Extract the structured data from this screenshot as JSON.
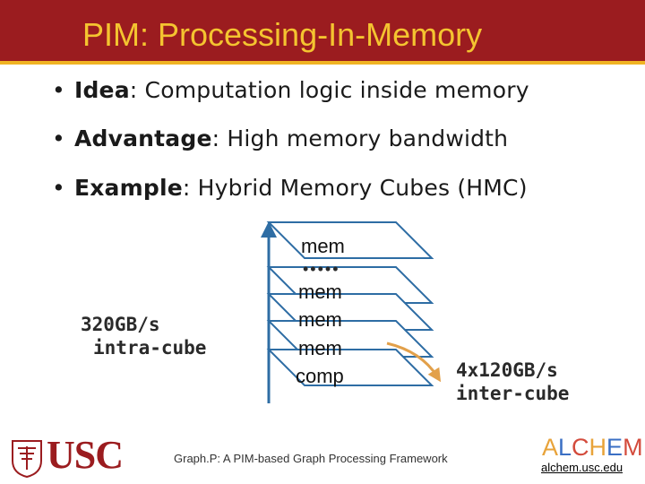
{
  "slide": {
    "title": "PIM: Processing-In-Memory",
    "bullets": [
      {
        "term": "Idea",
        "text": ": Computation logic inside memory"
      },
      {
        "term": "Advantage",
        "text": ": High memory bandwidth"
      },
      {
        "term": "Example",
        "text": ": Hybrid Memory Cubes (HMC)"
      }
    ],
    "bullet_glyph": "•"
  },
  "diagram": {
    "layers": [
      "mem",
      "mem",
      "mem",
      "mem",
      "comp"
    ],
    "ellipsis": "•••••",
    "intra_cube_bw": "320GB/s",
    "intra_cube_label": "intra-cube",
    "inter_cube_bw": "4x120GB/s",
    "inter_cube_label": "inter-cube",
    "colors": {
      "layer_stroke": "#2e6da4",
      "arrow": "#e2a04a"
    }
  },
  "footer": {
    "text": "Graph.P: A PIM-based Graph Processing Framework",
    "usc_logo": "USC",
    "alchem": [
      "A",
      "L",
      "C",
      "H",
      "E",
      "M"
    ],
    "alchem_colors": [
      "#e8a33a",
      "#3a6fc4",
      "#d34b3c",
      "#e8a33a",
      "#3a6fc4",
      "#d34b3c"
    ],
    "alchem_url": "alchem.usc.edu"
  },
  "colors": {
    "title_bar": "#9b1c1f",
    "title_text": "#f4c430",
    "usc_red": "#9b1c1f"
  }
}
